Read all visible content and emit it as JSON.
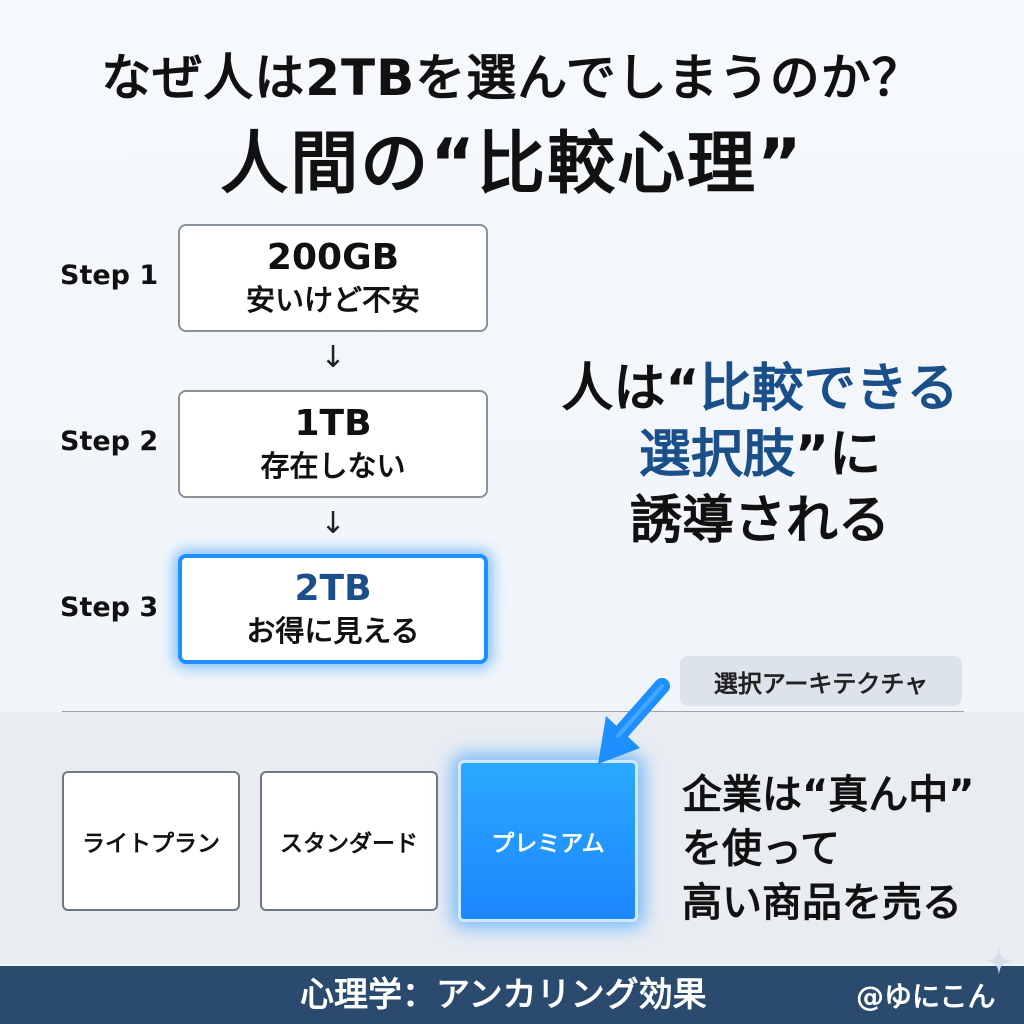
{
  "title": {
    "line1": "なぜ人は2TBを選んでしまうのか？",
    "line2": "人間の“比較心理”"
  },
  "steps": [
    {
      "label": "Step 1",
      "main": "200GB",
      "sub": "安いけど不安",
      "highlight": false
    },
    {
      "label": "Step 2",
      "main": "1TB",
      "sub": "存在しない",
      "highlight": false
    },
    {
      "label": "Step 3",
      "main": "2TB",
      "sub": "お得に見える",
      "highlight": true
    }
  ],
  "arrow_glyph": "↓",
  "side_message": {
    "pre": "人は“",
    "hl1": "比較できる",
    "hl2": "選択肢",
    "post1": "”に",
    "line3": "誘導される"
  },
  "architecture_badge": "選択アーキテクチャ",
  "plans": [
    {
      "name": "ライトプラン",
      "highlight": false
    },
    {
      "name": "スタンダード",
      "highlight": false
    },
    {
      "name": "プレミアム",
      "highlight": true
    }
  ],
  "plan_message": {
    "line1": "企業は“真ん中”",
    "line2": "を使って",
    "line3": "高い商品を売る"
  },
  "footer": {
    "label": "心理学：アンカリング効果",
    "handle": "@ゆにこん"
  },
  "colors": {
    "accent_blue": "#1e90ff",
    "highlight_text": "#1a4f8a",
    "footer_bg": "#2a4a6e"
  }
}
